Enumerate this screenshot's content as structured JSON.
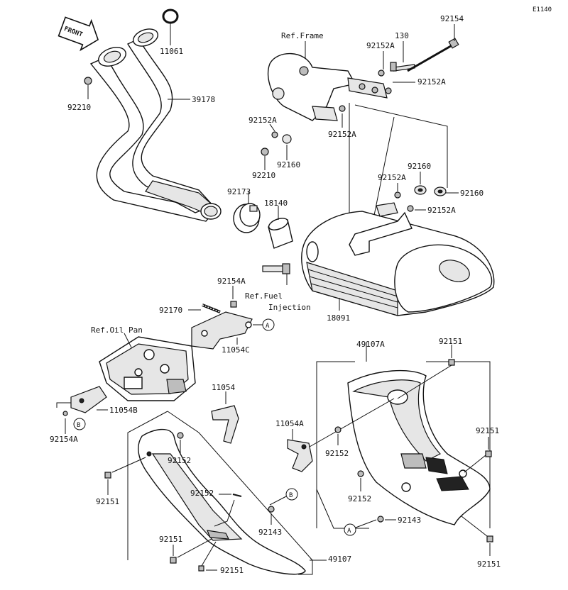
{
  "diagram_id": "E1140",
  "front_badge": "FRONT",
  "callout_a": "A",
  "callout_b": "B",
  "labels": {
    "p11061": "11061",
    "p92210_top": "92210",
    "p39178": "39178",
    "ref_frame": "Ref.Frame",
    "p130": "130",
    "p92154": "92154",
    "p92152A_1": "92152A",
    "p92152A_2": "92152A",
    "p92152A_3": "92152A",
    "p92152A_4": "92152A",
    "p92152A_5": "92152A",
    "p92152A_6": "92152A",
    "p92210_mid": "92210",
    "p92160_1": "92160",
    "p92160_2": "92160",
    "p92160_3": "92160",
    "p92173": "92173",
    "p18140": "18140",
    "p92154A_1": "92154A",
    "ref_fuel_1": "Ref.Fuel",
    "ref_fuel_2": "Injection",
    "p92170": "92170",
    "p18091": "18091",
    "ref_oil_pan": "Ref.Oil Pan",
    "p11054C": "11054C",
    "p49107A": "49107A",
    "p92151_1": "92151",
    "p11054B": "11054B",
    "p92154A_2": "92154A",
    "p11054": "11054",
    "p11054A": "11054A",
    "p92151_2": "92151",
    "p92152_1": "92152",
    "p92152_2": "92152",
    "p92151_3": "92151",
    "p92152_3": "92152",
    "p92152_4": "92152",
    "p92143_1": "92143",
    "p92143_2": "92143",
    "p92151_4": "92151",
    "p92151_5": "92151",
    "p49107": "49107",
    "p92151_6": "92151"
  }
}
